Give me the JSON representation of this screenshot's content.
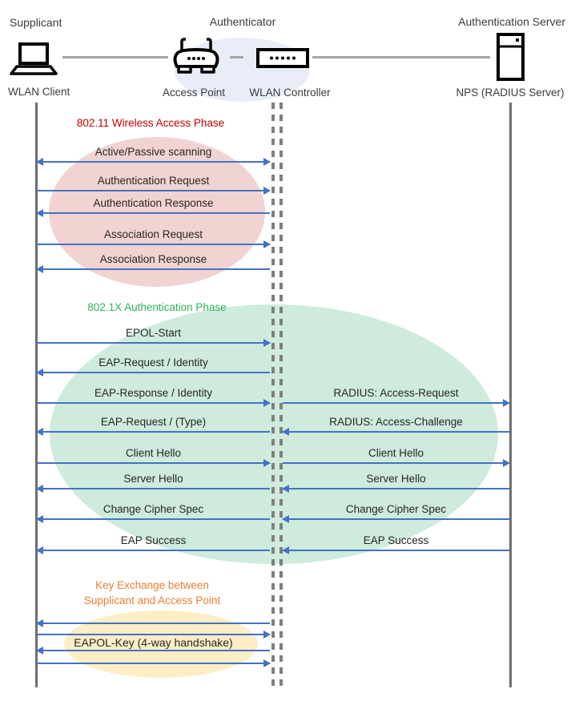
{
  "roles": {
    "supplicant": "Supplicant",
    "authenticator": "Authenticator",
    "auth_server": "Authentication Server"
  },
  "nodes": {
    "client": "WLAN Client",
    "access_point": "Access Point",
    "controller": "WLAN Controller",
    "server": "NPS (RADIUS Server)"
  },
  "phases": {
    "p1": {
      "title": "802.11 Wireless Access Phase"
    },
    "p2": {
      "title": "802.1X Authentication Phase"
    },
    "p3": {
      "title_line1": "Key Exchange between",
      "title_line2": "Supplicant and Access Point"
    }
  },
  "messages_left": [
    {
      "label": "Active/Passive scanning",
      "direction": "both"
    },
    {
      "label": "Authentication Request",
      "direction": "right"
    },
    {
      "label": "Authentication Response",
      "direction": "left"
    },
    {
      "label": "Association Request",
      "direction": "right"
    },
    {
      "label": "Association Response",
      "direction": "left"
    },
    {
      "label": "EPOL-Start",
      "direction": "right"
    },
    {
      "label": "EAP-Request / Identity",
      "direction": "left"
    },
    {
      "label": "EAP-Response / Identity",
      "direction": "right"
    },
    {
      "label": "EAP-Request / (Type)",
      "direction": "left"
    },
    {
      "label": "Client Hello",
      "direction": "right"
    },
    {
      "label": "Server Hello",
      "direction": "left"
    },
    {
      "label": "Change Cipher Spec",
      "direction": "left"
    },
    {
      "label": "EAP Success",
      "direction": "left"
    },
    {
      "label": "",
      "direction": "left"
    },
    {
      "label": "",
      "direction": "right"
    },
    {
      "label": "EAPOL-Key (4-way handshake)",
      "direction": "left"
    },
    {
      "label": "",
      "direction": "right"
    }
  ],
  "messages_right": [
    {
      "label": "RADIUS: Access-Request",
      "direction": "right"
    },
    {
      "label": "RADIUS: Access-Challenge",
      "direction": "left"
    },
    {
      "label": "Client Hello",
      "direction": "right"
    },
    {
      "label": "Server Hello",
      "direction": "left"
    },
    {
      "label": "Change Cipher Spec",
      "direction": "left"
    },
    {
      "label": "EAP Success",
      "direction": "left"
    }
  ],
  "colors": {
    "arrow": "#4472C4",
    "lifeline": "#6E6E6E",
    "dashed_lifeline": "#7F7F7F",
    "connector": "#A6A6A6",
    "phase1_title": "#C00000",
    "phase1_fill": "#F1D3D2",
    "phase2_title": "#2FB457",
    "phase2_fill": "#CEEBDC",
    "phase3_title": "#ED7D31",
    "phase3_fill": "#FDEEC6",
    "authenticator_fill": "#E9EDF7",
    "text": "#262626"
  }
}
